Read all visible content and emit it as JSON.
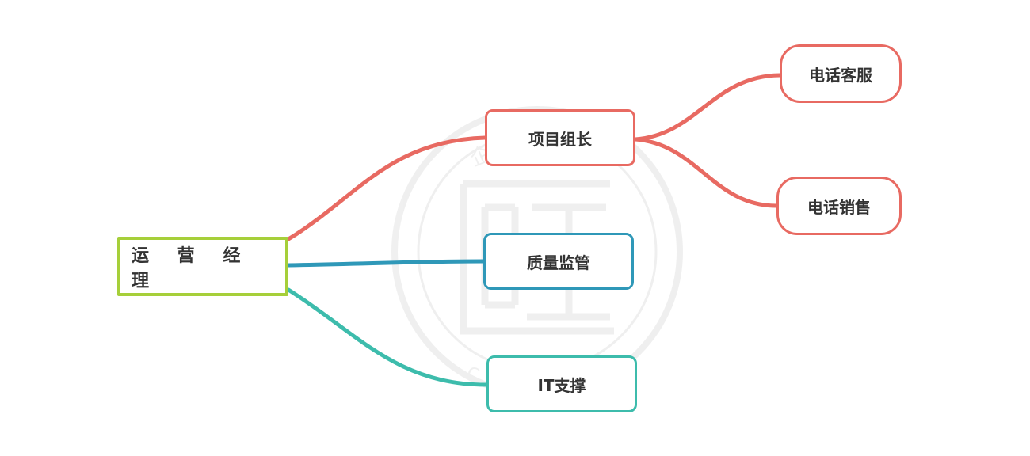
{
  "diagram": {
    "root": {
      "label": "运 营 经 理"
    },
    "branches": [
      {
        "label": "项目组长",
        "children": [
          {
            "label": "电话客服"
          },
          {
            "label": "电话销售"
          }
        ]
      },
      {
        "label": "质量监管",
        "children": []
      },
      {
        "label": "IT支撑",
        "children": []
      }
    ]
  },
  "colors": {
    "root_border": "#a6cf3a",
    "branch_red": "#e86a62",
    "branch_blue": "#2f98b8",
    "branch_teal": "#3dbcac",
    "text": "#333333"
  },
  "watermark": {
    "top_text": "企业",
    "bottom_text": "CHIEF"
  }
}
